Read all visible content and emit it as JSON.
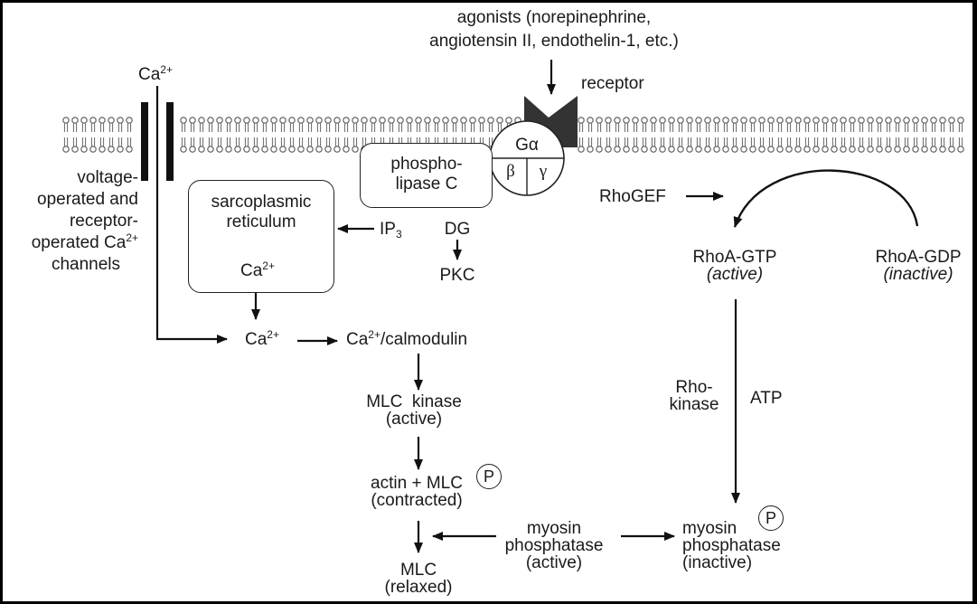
{
  "agonists": {
    "line1": "agonists (norepinephrine,",
    "line2": "angiotensin II, endothelin-1, etc.)"
  },
  "receptor": "receptor",
  "ca_top": {
    "base": "Ca",
    "sup": "2+"
  },
  "gprotein": {
    "alpha": "Gα",
    "beta": "β",
    "gamma": "γ"
  },
  "plc": {
    "line1": "phospho-",
    "line2": "lipase C"
  },
  "channel": {
    "line1": "voltage-",
    "line2": "operated and",
    "line3": "receptor-",
    "line4_base": "operated Ca",
    "line4_sup": "2+",
    "line5": "channels"
  },
  "sr": {
    "line1": "sarcoplasmic",
    "line2": "reticulum",
    "ca_base": "Ca",
    "ca_sup": "2+"
  },
  "ip3": {
    "base": "IP",
    "sub": "3"
  },
  "dg": "DG",
  "pkc": "PKC",
  "ca_mid": {
    "base": "Ca",
    "sup": "2+"
  },
  "ca_calmodulin": {
    "base": "Ca",
    "sup": "2+",
    "rest": "/calmodulin"
  },
  "mlck": {
    "line1": "MLC  kinase",
    "line2": "(active)"
  },
  "actin": {
    "line1": "actin + MLC",
    "line2": "(contracted)"
  },
  "mlc_relaxed": {
    "line1": "MLC",
    "line2": "(relaxed)"
  },
  "mp_active": {
    "line1": "myosin",
    "line2": "phosphatase",
    "line3": "(active)"
  },
  "mp_inactive": {
    "line1": "myosin",
    "line2": "phosphatase",
    "line3": "(inactive)"
  },
  "p_label": "P",
  "rhogef": "RhoGEF",
  "rhoa_gtp": {
    "line1": "RhoA-GTP",
    "line2": "(active)"
  },
  "rhoa_gdp": {
    "line1": "RhoA-GDP",
    "line2": "(inactive)"
  },
  "rho_kinase": {
    "line1": "Rho-",
    "line2": "kinase"
  },
  "atp": "ATP"
}
